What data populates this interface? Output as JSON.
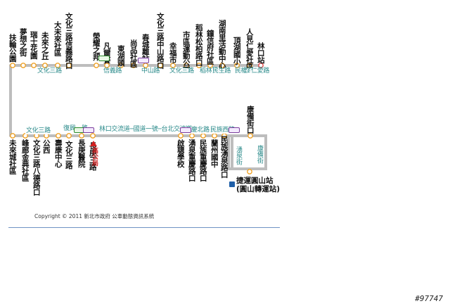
{
  "top_stops": [
    {
      "label": "扶輪公園"
    },
    {
      "label": "夢想之街"
    },
    {
      "label": "瑞士花園"
    },
    {
      "label": "未來之丘"
    },
    {
      "label": "大未來社區"
    },
    {
      "label": "文化三路信義路口"
    },
    {
      "label": "榮耀之邦"
    },
    {
      "label": "凡爾賽"
    },
    {
      "label": "東湖頭"
    },
    {
      "label": "尚品社區"
    },
    {
      "label": "春城離站"
    },
    {
      "label": "文化三路中山路口"
    },
    {
      "label": "幸福市"
    },
    {
      "label": "市區運動公園"
    },
    {
      "label": "稻林松柏路口"
    },
    {
      "label": "鐘信府社區"
    },
    {
      "label": "湖南里活動中心"
    },
    {
      "label": "頂湖國小"
    },
    {
      "label": "人見仁愛社區"
    },
    {
      "label": "林口站"
    }
  ],
  "top_roads": [
    {
      "label": "文化三路"
    },
    {
      "label": "信義路"
    },
    {
      "label": "中山路"
    },
    {
      "label": "文化三路"
    },
    {
      "label": "稻林路"
    },
    {
      "label": "民生路"
    },
    {
      "label": "民權路"
    },
    {
      "label": "仁愛路"
    }
  ],
  "bottom_stops": [
    {
      "label": "未來城社區"
    },
    {
      "label": "峰廊金典社區"
    },
    {
      "label": "文化三路八德路口"
    },
    {
      "label": "公西"
    },
    {
      "label": "壽康中心"
    },
    {
      "label": "文化三路"
    },
    {
      "label": "長庚醫院"
    },
    {
      "label": "長庚三路"
    },
    {
      "label": "啟聰學校"
    },
    {
      "label": "湧泉重慶路口"
    },
    {
      "label": "民族重慶路口"
    },
    {
      "label": "蘭州國中"
    },
    {
      "label": "民族湧泉路口"
    },
    {
      "label": "康備街口"
    }
  ],
  "bottom_roads": [
    {
      "label": "文化三路"
    },
    {
      "label": "復興一路"
    },
    {
      "label": "林口交流道─國道一號─台北交流道"
    },
    {
      "label": "重慶北路"
    },
    {
      "label": "民族西路"
    }
  ],
  "loop_roads": [
    {
      "label": "湧泉街"
    },
    {
      "label": "康備街"
    }
  ],
  "terminal": {
    "line1": "捷運圓山站",
    "line2": "(圓山轉運站)"
  },
  "red_note": "高公局",
  "copyright": "Copyright © 2011 新北市政府 公車動態資訊系統",
  "watermark": "#97747",
  "colors": {
    "route_line": "#b8b8b8",
    "stop_dot": "#ffffff",
    "stop_ring": "#f0a020",
    "road_text": "#2a8a8a",
    "terminal_ring": "#e23c3c",
    "copyright_rule": "#6f93c4"
  }
}
